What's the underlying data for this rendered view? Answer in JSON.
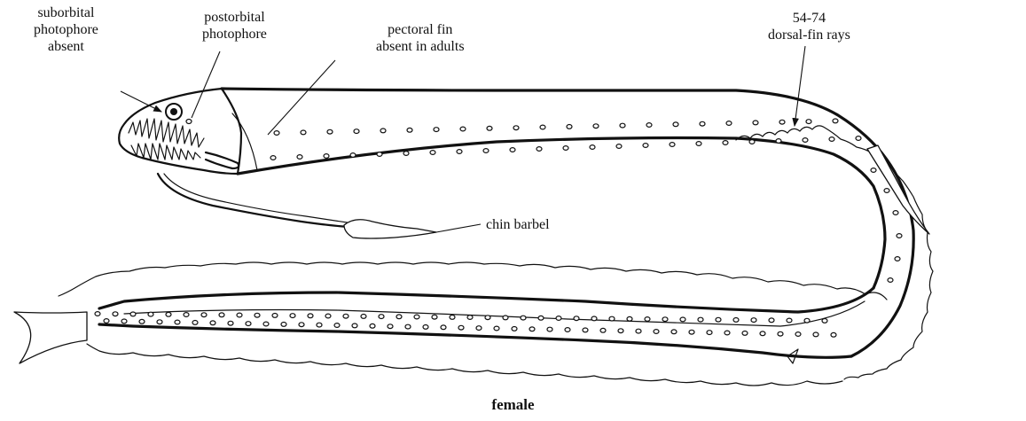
{
  "labels": {
    "suborbital": [
      "suborbital",
      "photophore",
      "absent"
    ],
    "postorbital": [
      "postorbital",
      "photophore"
    ],
    "pectoral": [
      "pectoral fin",
      "absent in adults"
    ],
    "dorsal": [
      "54-74",
      "dorsal-fin rays"
    ],
    "chin_barbel": "chin barbel"
  },
  "caption": "female"
}
